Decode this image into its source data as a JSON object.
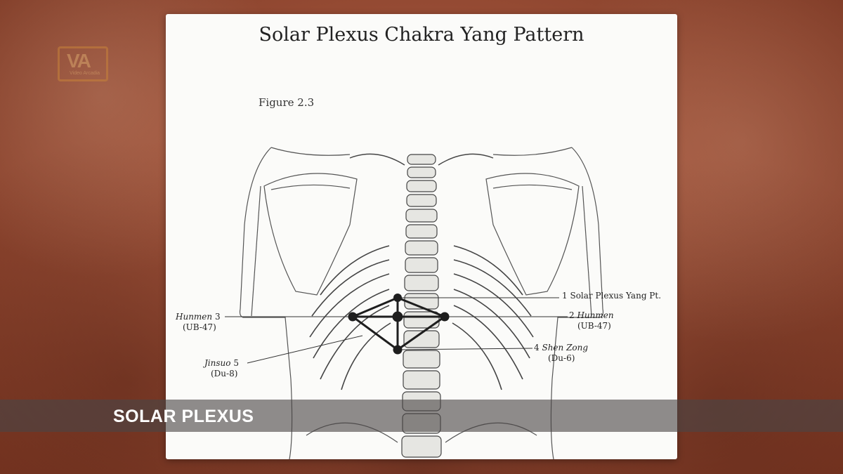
{
  "logo": {
    "mark": "VA",
    "sub": "Video Arcadia"
  },
  "page": {
    "title": "Solar Plexus Chakra  Yang Pattern",
    "figure": "Figure 2.3"
  },
  "points": {
    "p1": {
      "number": "1",
      "name": "Solar Plexus Yang Pt.",
      "code": ""
    },
    "p2": {
      "number": "2",
      "name": "Hunmen",
      "code": "(UB-47)"
    },
    "p3": {
      "number": "3",
      "name": "Hunmen",
      "code": "(UB-47)"
    },
    "p4": {
      "number": "4",
      "name": "Shen Zong",
      "code": "(Du-6)"
    },
    "p5": {
      "number": "5",
      "name": "Jinsuo",
      "code": "(Du-8)"
    }
  },
  "banner": {
    "text": "SOLAR PLEXUS"
  },
  "colors": {
    "background": "#9c5038",
    "paper": "#fbfbf9",
    "banner": "#4b4646",
    "ink": "#222222"
  }
}
